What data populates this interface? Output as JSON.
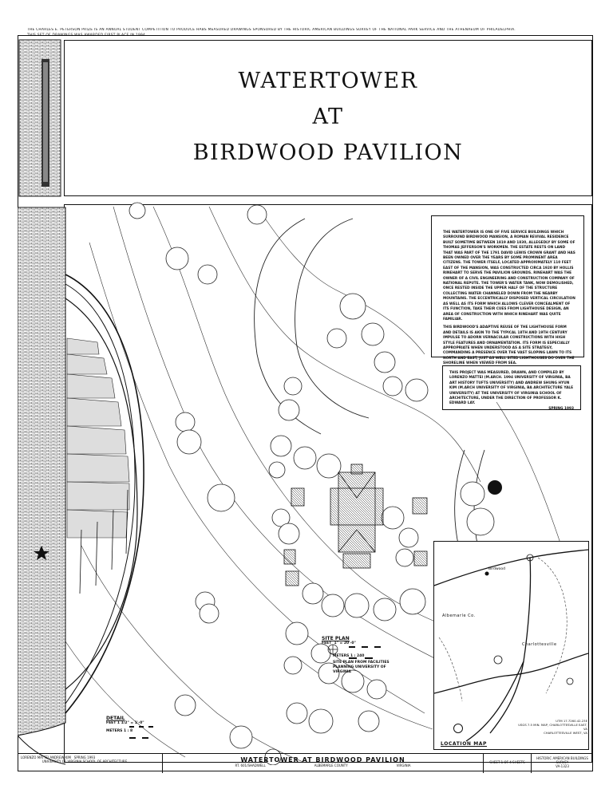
{
  "header_notes": {
    "line1": "THE CHARLES E. PETERSON PRIZE IS AN ANNUAL STUDENT COMPETITION TO PRODUCE HABS MEASURED DRAWINGS SPONSORED BY THE HISTORIC AMERICAN BUILDINGS SURVEY OF THE NATIONAL PARK SERVICE AND THE ATHENAEUM OF PHILADELPHIA.",
    "line2": "THIS SET OF DRAWINGS WAS AWARDED FIRST PLACE IN 1994."
  },
  "title": {
    "line1": "WATERTOWER",
    "line2": "AT",
    "line3": "BIRDWOOD PAVILION"
  },
  "description": "THE WATERTOWER IS ONE OF FIVE SERVICE BUILDINGS WHICH SURROUND BIRDWOOD MANSION, A ROMAN REVIVAL RESIDENCE BUILT SOMETIME BETWEEN 1819 AND 1830, ALLEGEDLY BY SOME OF THOMAS JEFFERSON'S WORKMEN. THE ESTATE RESTS ON LAND THAT WAS PART OF THE 1791 DAVID LEWIS CROWN GRANT AND HAS BEEN OWNED OVER THE YEARS BY SOME PROMINENT AREA CITIZENS. THE TOWER ITSELF, LOCATED APPROXIMATELY 110 FEET EAST OF THE MANSION, WAS CONSTRUCTED CIRCA 1920 BY HOLLIS RINEHART TO SERVE THE PAVILION GROUNDS. RINEHART WAS THE OWNER OF A CIVIL ENGINEERING AND CONSTRUCTION COMPANY OF NATIONAL REPUTE. THE TOWER'S WATER TANK, NOW DEMOLISHED, ONCE RESTED INSIDE THE UPPER HALF OF THE STRUCTURE COLLECTING WATER CHANNELED DOWN FROM THE NEARBY MOUNTAINS. THE ECCENTRICALLY DISPOSED VERTICAL CIRCULATION AS WELL AS ITS FORM WHICH ALLOWS CLEVER CONCEALMENT OF ITS FUNCTION, TAKE THEIR CUES FROM LIGHTHOUSE DESIGN, AN AREA OF CONSTRUCTION WITH WHICH RINEHART WAS QUITE FAMILIAR.",
  "description2": "THIS BIRDWOOD'S ADAPTIVE REUSE OF THE LIGHTHOUSE FORM AND DETAILS IS AKIN TO THE TYPICAL 18TH AND 19TH CENTURY IMPULSE TO ADORN VERNACULAR CONSTRUCTIONS WITH HIGH STYLE FEATURES AND ORNAMENTATION. ITS FORM IS ESPECIALLY APPROPRIATE WHEN UNDERSTOOD AS A SITE STRATEGY, COMMANDING A PRESENCE OVER THE VAST SLOPING LAWN TO ITS NORTH AND EAST, JUST AS WELL SITED LIGHTHOUSES DO OVER THE SHORELINE WHEN VIEWED FROM SEA.",
  "credits": "THIS PROJECT WAS MEASURED, DRAWN, AND COMPILED BY LORENZO MATTEI (M.ARCH. 1994 UNIVERSITY OF VIRGINIA, BA ART HISTORY TUFTS UNIVERSITY) AND ANDREW SHUNG HYUN KIM (M.ARCH UNIVERSITY OF VIRGINIA, BA ARCHITECTURE YALE UNIVERSITY) AT THE UNIVERSITY OF VIRGINIA SCHOOL OF ARCHITECTURE, UNDER THE DIRECTION OF PROFESSOR K. EDWARD LAY.",
  "credits_date": "SPRING 1993",
  "detail_label": {
    "title": "DETAIL",
    "feet": "FEET",
    "scale_feet": "1 1/2\" = 1'-0\"",
    "meters": "METERS  1 : 8"
  },
  "site_plan_label": {
    "title": "SITE PLAN",
    "feet": "FEET",
    "scale_feet": "1\" = 20'-0\"",
    "meters": "METERS  1 : 240",
    "source": "SITE PLAN FROM FACILITIES PLANNING UNIVERSITY OF VIRGINIA"
  },
  "location_map": {
    "title": "LOCATION MAP",
    "labels": [
      "Birdwood",
      "Albemarle Co.",
      "Charlottesville"
    ],
    "notes": "UTM 17.7260.42.23E",
    "notes2": "USGS 7.5 MIN. MAP, CHARLOTTESVILLE EAST, VA",
    "notes3": "CHARLOTTESVILLE WEST, VA"
  },
  "title_block": {
    "drawn_by": "LORENZO MATTEI  ANDREW KIM",
    "date": "SPRING 1993",
    "school": "UNIVERSITY OF VIRGINIA SCHOOL OF ARCHITECTURE",
    "project": "WATERTOWER AT BIRDWOOD PAVILION",
    "address": "RT. 601/SHADWELL",
    "county": "ALBEMARLE COUNTY",
    "state": "VIRGINIA",
    "sheet": "SHEET  1  OF  4  SHEETS",
    "agency": "HISTORIC AMERICAN BUILDINGS SURVEY",
    "number": "VA-1323"
  },
  "colors": {
    "ink": "#111111",
    "paper": "#ffffff",
    "shade": "#444444"
  }
}
